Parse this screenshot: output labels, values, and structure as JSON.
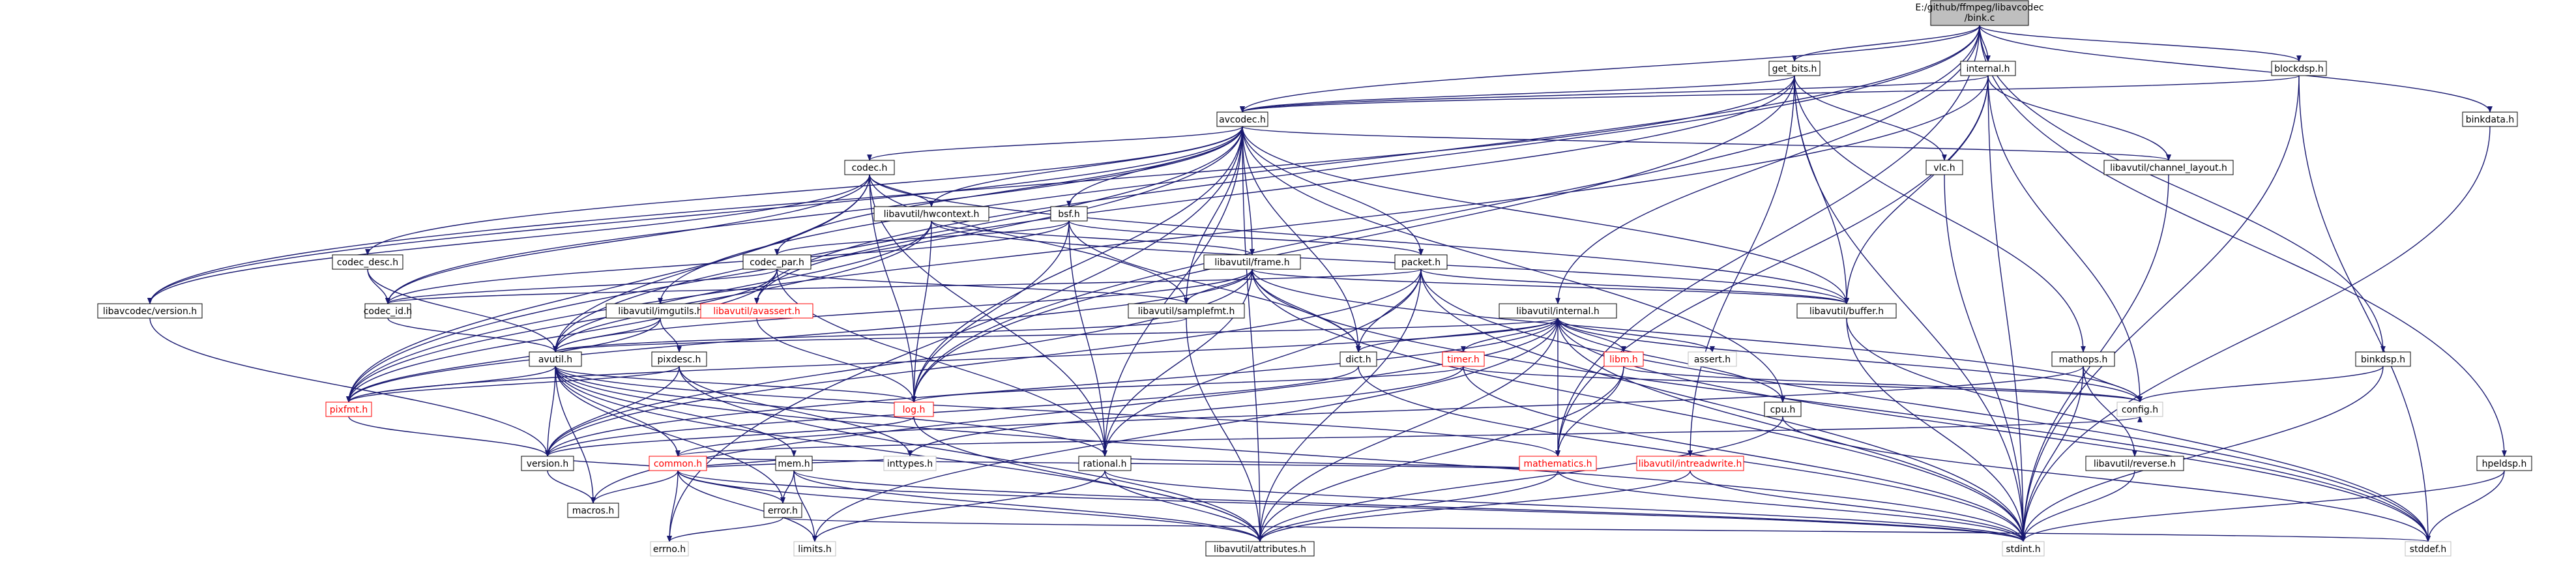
{
  "graph": {
    "nodes": [
      {
        "id": "root",
        "label": [
          "E:/github/ffmpeg/libavcodec",
          "/bink.c"
        ],
        "style": "root"
      },
      {
        "id": "get_bits",
        "label": [
          "get_bits.h"
        ]
      },
      {
        "id": "internal",
        "label": [
          "internal.h"
        ]
      },
      {
        "id": "blockdsp",
        "label": [
          "blockdsp.h"
        ]
      },
      {
        "id": "binkdata",
        "label": [
          "binkdata.h"
        ]
      },
      {
        "id": "avcodec",
        "label": [
          "avcodec.h"
        ]
      },
      {
        "id": "codec",
        "label": [
          "codec.h"
        ]
      },
      {
        "id": "vlc",
        "label": [
          "vlc.h"
        ]
      },
      {
        "id": "chlayout",
        "label": [
          "libavutil/channel_layout.h"
        ]
      },
      {
        "id": "hwcontext",
        "label": [
          "libavutil/hwcontext.h"
        ]
      },
      {
        "id": "bsf",
        "label": [
          "bsf.h"
        ]
      },
      {
        "id": "codec_desc",
        "label": [
          "codec_desc.h"
        ]
      },
      {
        "id": "codec_par",
        "label": [
          "codec_par.h"
        ]
      },
      {
        "id": "frame",
        "label": [
          "libavutil/frame.h"
        ]
      },
      {
        "id": "packet",
        "label": [
          "packet.h"
        ]
      },
      {
        "id": "lavcversion",
        "label": [
          "libavcodec/version.h"
        ]
      },
      {
        "id": "codec_id",
        "label": [
          "codec_id.h"
        ]
      },
      {
        "id": "imgutils",
        "label": [
          "libavutil/imgutils.h"
        ]
      },
      {
        "id": "avassert",
        "label": [
          "libavutil/avassert.h"
        ],
        "style": "red"
      },
      {
        "id": "samplefmt",
        "label": [
          "libavutil/samplefmt.h"
        ]
      },
      {
        "id": "buffer",
        "label": [
          "libavutil/buffer.h"
        ]
      },
      {
        "id": "lavuinternal",
        "label": [
          "libavutil/internal.h"
        ]
      },
      {
        "id": "avutil",
        "label": [
          "avutil.h"
        ]
      },
      {
        "id": "pixdesc",
        "label": [
          "pixdesc.h"
        ]
      },
      {
        "id": "dict",
        "label": [
          "dict.h"
        ]
      },
      {
        "id": "timer",
        "label": [
          "timer.h"
        ],
        "style": "red"
      },
      {
        "id": "libm",
        "label": [
          "libm.h"
        ],
        "style": "red"
      },
      {
        "id": "asserth",
        "label": [
          "assert.h"
        ],
        "style": "grey"
      },
      {
        "id": "mathops",
        "label": [
          "mathops.h"
        ]
      },
      {
        "id": "binkdsp",
        "label": [
          "binkdsp.h"
        ]
      },
      {
        "id": "cpu",
        "label": [
          "cpu.h"
        ]
      },
      {
        "id": "config",
        "label": [
          "config.h"
        ],
        "style": "grey"
      },
      {
        "id": "pixfmt",
        "label": [
          "pixfmt.h"
        ],
        "style": "red"
      },
      {
        "id": "log",
        "label": [
          "log.h"
        ],
        "style": "red"
      },
      {
        "id": "common",
        "label": [
          "common.h"
        ],
        "style": "red"
      },
      {
        "id": "mathematics",
        "label": [
          "mathematics.h"
        ],
        "style": "red"
      },
      {
        "id": "intreadwrite",
        "label": [
          "libavutil/intreadwrite.h"
        ],
        "style": "red"
      },
      {
        "id": "hpeldsp",
        "label": [
          "hpeldsp.h"
        ]
      },
      {
        "id": "version",
        "label": [
          "version.h"
        ]
      },
      {
        "id": "mem",
        "label": [
          "mem.h"
        ]
      },
      {
        "id": "inttypes",
        "label": [
          "inttypes.h"
        ],
        "style": "grey"
      },
      {
        "id": "rational",
        "label": [
          "rational.h"
        ]
      },
      {
        "id": "reverse",
        "label": [
          "libavutil/reverse.h"
        ]
      },
      {
        "id": "macros",
        "label": [
          "macros.h"
        ]
      },
      {
        "id": "error",
        "label": [
          "error.h"
        ]
      },
      {
        "id": "limits",
        "label": [
          "limits.h"
        ],
        "style": "grey"
      },
      {
        "id": "attributes",
        "label": [
          "libavutil/attributes.h"
        ]
      },
      {
        "id": "stdint",
        "label": [
          "stdint.h"
        ],
        "style": "grey"
      },
      {
        "id": "errno",
        "label": [
          "errno.h"
        ],
        "style": "grey"
      },
      {
        "id": "stddef",
        "label": [
          "stddef.h"
        ],
        "style": "grey"
      }
    ],
    "edges": [
      [
        "root",
        "get_bits"
      ],
      [
        "root",
        "internal"
      ],
      [
        "root",
        "blockdsp"
      ],
      [
        "root",
        "binkdata"
      ],
      [
        "root",
        "binkdsp"
      ],
      [
        "root",
        "hpeldsp"
      ],
      [
        "root",
        "avcodec"
      ],
      [
        "root",
        "imgutils"
      ],
      [
        "root",
        "lavuinternal"
      ],
      [
        "root",
        "mathematics"
      ],
      [
        "root",
        "log"
      ],
      [
        "root",
        "avassert"
      ],
      [
        "get_bits",
        "avcodec"
      ],
      [
        "get_bits",
        "vlc"
      ],
      [
        "get_bits",
        "mathops"
      ],
      [
        "get_bits",
        "intreadwrite"
      ],
      [
        "get_bits",
        "stdint"
      ],
      [
        "get_bits",
        "lavcversion"
      ],
      [
        "get_bits",
        "log"
      ],
      [
        "get_bits",
        "avassert"
      ],
      [
        "get_bits",
        "buffer"
      ],
      [
        "internal",
        "avcodec"
      ],
      [
        "internal",
        "buffer"
      ],
      [
        "internal",
        "chlayout"
      ],
      [
        "internal",
        "config"
      ],
      [
        "internal",
        "stdint"
      ],
      [
        "internal",
        "mathematics"
      ],
      [
        "internal",
        "pixfmt"
      ],
      [
        "blockdsp",
        "avcodec"
      ],
      [
        "blockdsp",
        "stdint"
      ],
      [
        "blockdsp",
        "stddef"
      ],
      [
        "binkdata",
        "stdint"
      ],
      [
        "avcodec",
        "codec"
      ],
      [
        "avcodec",
        "hwcontext"
      ],
      [
        "avcodec",
        "bsf"
      ],
      [
        "avcodec",
        "codec_desc"
      ],
      [
        "avcodec",
        "codec_par"
      ],
      [
        "avcodec",
        "frame"
      ],
      [
        "avcodec",
        "packet"
      ],
      [
        "avcodec",
        "lavcversion"
      ],
      [
        "avcodec",
        "codec_id"
      ],
      [
        "avcodec",
        "samplefmt"
      ],
      [
        "avcodec",
        "buffer"
      ],
      [
        "avcodec",
        "dict"
      ],
      [
        "avcodec",
        "log"
      ],
      [
        "avcodec",
        "pixfmt"
      ],
      [
        "avcodec",
        "rational"
      ],
      [
        "avcodec",
        "attributes"
      ],
      [
        "avcodec",
        "avutil"
      ],
      [
        "avcodec",
        "cpu"
      ],
      [
        "avcodec",
        "chlayout"
      ],
      [
        "avcodec",
        "errno"
      ],
      [
        "codec",
        "hwcontext"
      ],
      [
        "codec",
        "log"
      ],
      [
        "codec",
        "pixfmt"
      ],
      [
        "codec",
        "rational"
      ],
      [
        "codec",
        "samplefmt"
      ],
      [
        "codec",
        "codec_id"
      ],
      [
        "codec",
        "lavcversion"
      ],
      [
        "codec",
        "buffer"
      ],
      [
        "codec",
        "avutil"
      ],
      [
        "vlc",
        "stdint"
      ],
      [
        "chlayout",
        "stdint"
      ],
      [
        "hwcontext",
        "buffer"
      ],
      [
        "hwcontext",
        "frame"
      ],
      [
        "hwcontext",
        "log"
      ],
      [
        "hwcontext",
        "pixfmt"
      ],
      [
        "hwcontext",
        "avutil"
      ],
      [
        "bsf",
        "codec_id"
      ],
      [
        "bsf",
        "codec_par"
      ],
      [
        "bsf",
        "packet"
      ],
      [
        "bsf",
        "dict"
      ],
      [
        "bsf",
        "log"
      ],
      [
        "bsf",
        "rational"
      ],
      [
        "codec_desc",
        "avutil"
      ],
      [
        "codec_desc",
        "codec_id"
      ],
      [
        "codec_par",
        "codec_id"
      ],
      [
        "codec_par",
        "avutil"
      ],
      [
        "codec_par",
        "pixfmt"
      ],
      [
        "codec_par",
        "rational"
      ],
      [
        "codec_par",
        "samplefmt"
      ],
      [
        "frame",
        "buffer"
      ],
      [
        "frame",
        "dict"
      ],
      [
        "frame",
        "samplefmt"
      ],
      [
        "frame",
        "avutil"
      ],
      [
        "frame",
        "pixfmt"
      ],
      [
        "frame",
        "rational"
      ],
      [
        "frame",
        "stdint"
      ],
      [
        "frame",
        "stddef"
      ],
      [
        "frame",
        "config"
      ],
      [
        "frame",
        "version"
      ],
      [
        "packet",
        "buffer"
      ],
      [
        "packet",
        "attributes"
      ],
      [
        "packet",
        "dict"
      ],
      [
        "packet",
        "rational"
      ],
      [
        "packet",
        "version"
      ],
      [
        "packet",
        "stdint"
      ],
      [
        "packet",
        "stddef"
      ],
      [
        "packet",
        "codec_id"
      ],
      [
        "lavcversion",
        "version"
      ],
      [
        "codec_id",
        "avutil"
      ],
      [
        "imgutils",
        "avutil"
      ],
      [
        "imgutils",
        "pixdesc"
      ],
      [
        "imgutils",
        "pixfmt"
      ],
      [
        "avassert",
        "log"
      ],
      [
        "avassert",
        "stdlib"
      ],
      [
        "samplefmt",
        "avutil"
      ],
      [
        "samplefmt",
        "attributes"
      ],
      [
        "buffer",
        "stdint"
      ],
      [
        "buffer",
        "stddef"
      ],
      [
        "lavuinternal",
        "avutil"
      ],
      [
        "lavuinternal",
        "timer"
      ],
      [
        "lavuinternal",
        "libm"
      ],
      [
        "lavuinternal",
        "asserth"
      ],
      [
        "lavuinternal",
        "cpu"
      ],
      [
        "lavuinternal",
        "config"
      ],
      [
        "lavuinternal",
        "dict"
      ],
      [
        "lavuinternal",
        "pixfmt"
      ],
      [
        "lavuinternal",
        "attributes"
      ],
      [
        "lavuinternal",
        "stdint"
      ],
      [
        "lavuinternal",
        "macros"
      ],
      [
        "lavuinternal",
        "version"
      ],
      [
        "lavuinternal",
        "mathematics"
      ],
      [
        "lavuinternal",
        "stddef"
      ],
      [
        "lavuinternal",
        "limits"
      ],
      [
        "avutil",
        "common"
      ],
      [
        "avutil",
        "error"
      ],
      [
        "avutil",
        "macros"
      ],
      [
        "avutil",
        "mathematics"
      ],
      [
        "avutil",
        "rational"
      ],
      [
        "avutil",
        "log"
      ],
      [
        "avutil",
        "pixfmt"
      ],
      [
        "avutil",
        "version"
      ],
      [
        "avutil",
        "attributes"
      ],
      [
        "avutil",
        "mem"
      ],
      [
        "avutil",
        "stdint"
      ],
      [
        "pixdesc",
        "attributes"
      ],
      [
        "pixdesc",
        "pixfmt"
      ],
      [
        "pixdesc",
        "version"
      ],
      [
        "pixdesc",
        "inttypes"
      ],
      [
        "dict",
        "stdint"
      ],
      [
        "dict",
        "version"
      ],
      [
        "timer",
        "config"
      ],
      [
        "timer",
        "log"
      ],
      [
        "timer",
        "inttypes"
      ],
      [
        "timer",
        "stdint"
      ],
      [
        "libm",
        "config"
      ],
      [
        "libm",
        "attributes"
      ],
      [
        "libm",
        "mathematics"
      ],
      [
        "libm",
        "intfloat"
      ],
      [
        "mathops",
        "config"
      ],
      [
        "mathops",
        "common"
      ],
      [
        "mathops",
        "stdint"
      ],
      [
        "mathops",
        "reverse"
      ],
      [
        "binkdsp",
        "config"
      ],
      [
        "binkdsp",
        "stdint"
      ],
      [
        "cpu",
        "stddef"
      ],
      [
        "cpu",
        "attributes"
      ],
      [
        "pixfmt",
        "version"
      ],
      [
        "log",
        "attributes"
      ],
      [
        "log",
        "version"
      ],
      [
        "log",
        "stdarg"
      ],
      [
        "common",
        "attributes"
      ],
      [
        "common",
        "macros"
      ],
      [
        "common",
        "version"
      ],
      [
        "common",
        "errno"
      ],
      [
        "common",
        "inttypes"
      ],
      [
        "common",
        "limits"
      ],
      [
        "common",
        "stdint"
      ],
      [
        "common",
        "mem"
      ],
      [
        "common",
        "error"
      ],
      [
        "common",
        "config"
      ],
      [
        "common",
        "intmath"
      ],
      [
        "mathematics",
        "attributes"
      ],
      [
        "mathematics",
        "rational"
      ],
      [
        "mathematics",
        "intfloat"
      ],
      [
        "mathematics",
        "stdint"
      ],
      [
        "mathematics",
        "common"
      ],
      [
        "intreadwrite",
        "attributes"
      ],
      [
        "intreadwrite",
        "stdint"
      ],
      [
        "hpeldsp",
        "stdint"
      ],
      [
        "hpeldsp",
        "stddef"
      ],
      [
        "mem",
        "attributes"
      ],
      [
        "mem",
        "error"
      ],
      [
        "mem",
        "limits"
      ],
      [
        "mem",
        "stdint"
      ],
      [
        "rational",
        "attributes"
      ],
      [
        "rational",
        "stdint"
      ],
      [
        "rational",
        "limits"
      ],
      [
        "reverse",
        "stdint"
      ],
      [
        "error",
        "errno"
      ],
      [
        "error",
        "stddef"
      ],
      [
        "version",
        "macros"
      ]
    ]
  }
}
